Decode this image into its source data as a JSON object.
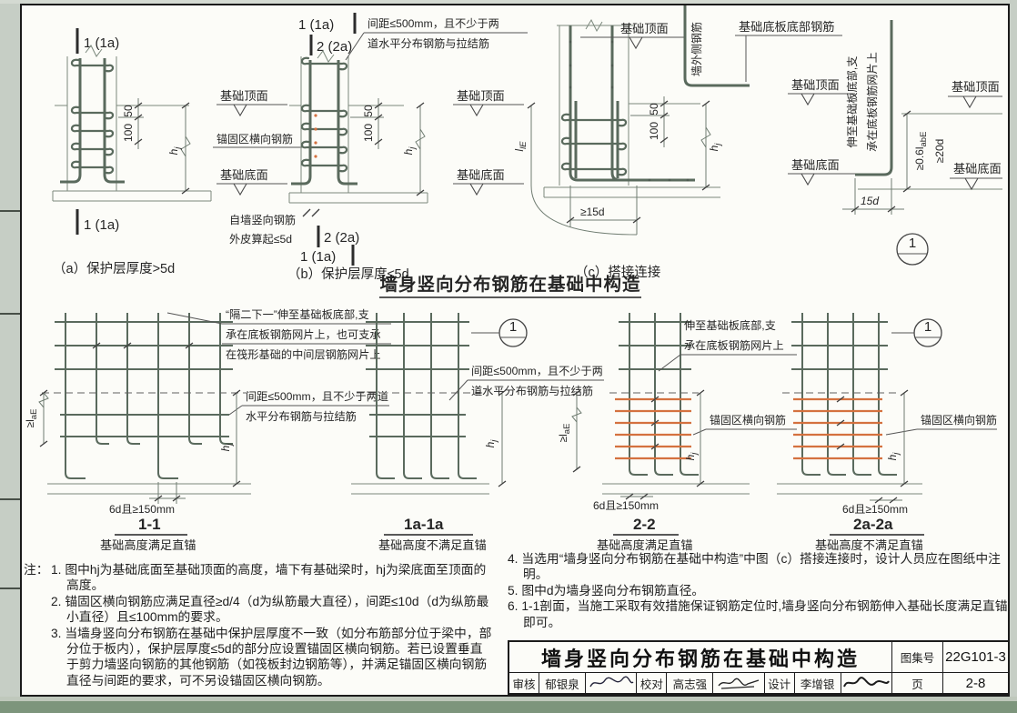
{
  "heading": "墙身竖向分布钢筋在基础中构造",
  "labels": {
    "found_top": "基础顶面",
    "found_bottom": "基础底面",
    "anchor_zone": "锚固区横向钢筋",
    "wall_outer": "墙外侧钢筋",
    "slab_bottom": "基础底板底部钢筋",
    "extend1": "伸至基础板底部,支",
    "extend2": "承在底板钢筋网片上",
    "spa1": "间距≤500mm，且不少于两",
    "spa2": "道水平分布钢筋与拉结筋",
    "spb1": "间距≤500mm，且不少于两道",
    "spb2": "水平分布钢筋与拉结筋",
    "skip1": "“隔二下一”伸至基础板底部,支",
    "skip2": "承在底板钢筋网片上，也可支承",
    "skip3": "在筏形基础的中间层钢筋网片上",
    "fw1": "自墙竖向钢筋",
    "fw2": "外皮算起≤5d"
  },
  "marks": {
    "m1": "1 (1a)",
    "m2": "2 (2a)",
    "d1": "1"
  },
  "dims": {
    "n50": "50",
    "n100": "100",
    "h": "h",
    "j": "j",
    "gel": "≥l",
    "aE": "aE",
    "l": "l",
    "lE": "lE",
    "d06": "≥0.6l",
    "abE": "abE",
    "ge20d": "≥20d",
    "d15": "15d",
    "ge15d": "≥15d",
    "d6": "6d且≥150mm"
  },
  "captions": {
    "a": "（a）保护层厚度>5d",
    "b": "（b）保护层厚度≤5d",
    "c": "（c）搭接连接",
    "s11": "1-1",
    "s11sub": "基础高度满足直锚",
    "s1a": "1a-1a",
    "s1asub": "基础高度不满足直锚",
    "s22": "2-2",
    "s22sub": "基础高度满足直锚",
    "s2a": "2a-2a",
    "s2asub": "基础高度不满足直锚"
  },
  "notes": {
    "head": "注：",
    "n1": "1. 图中hj为基础底面至基础顶面的高度，墙下有基础梁时，hj为梁底面至顶面的高度。",
    "n2": "2. 锚固区横向钢筋应满足直径≥d/4（d为纵筋最大直径），间距≤10d（d为纵筋最小直径）且≤100mm的要求。",
    "n3": "3. 当墙身竖向分布钢筋在基础中保护层厚度不一致（如分布筋部分位于梁中，部分位于板内），保护层厚度≤5d的部分应设置锚固区横向钢筋。若已设置垂直于剪力墙竖向钢筋的其他钢筋（如筏板封边钢筋等），并满足锚固区横向钢筋直径与间距的要求，可不另设锚固区横向钢筋。",
    "n4": "4. 当选用“墙身竖向分布钢筋在基础中构造”中图（c）搭接连接时，设计人员应在图纸中注明。",
    "n5": "5. 图中d为墙身竖向分布钢筋直径。",
    "n6": "6. 1-1剖面，当施工采取有效措施保证钢筋定位时,墙身竖向分布钢筋伸入基础长度满足直锚即可。"
  },
  "titleblock": {
    "title": "墙身竖向分布钢筋在基础中构造",
    "atlas_label": "图集号",
    "atlas_no": "22G101-3",
    "page_label": "页",
    "page_no": "2-8",
    "review_label": "审核",
    "reviewer": "郁银泉",
    "proof_label": "校对",
    "proofreader": "高志强",
    "design_label": "设计",
    "designer": "李增银"
  },
  "colors": {
    "rebar": "#5a6a5d",
    "anchor_highlight": "#d4713f",
    "frame": "#1b1b1b",
    "margin_strip": "#c6cec5",
    "bottom_strip": "#7d957c"
  }
}
